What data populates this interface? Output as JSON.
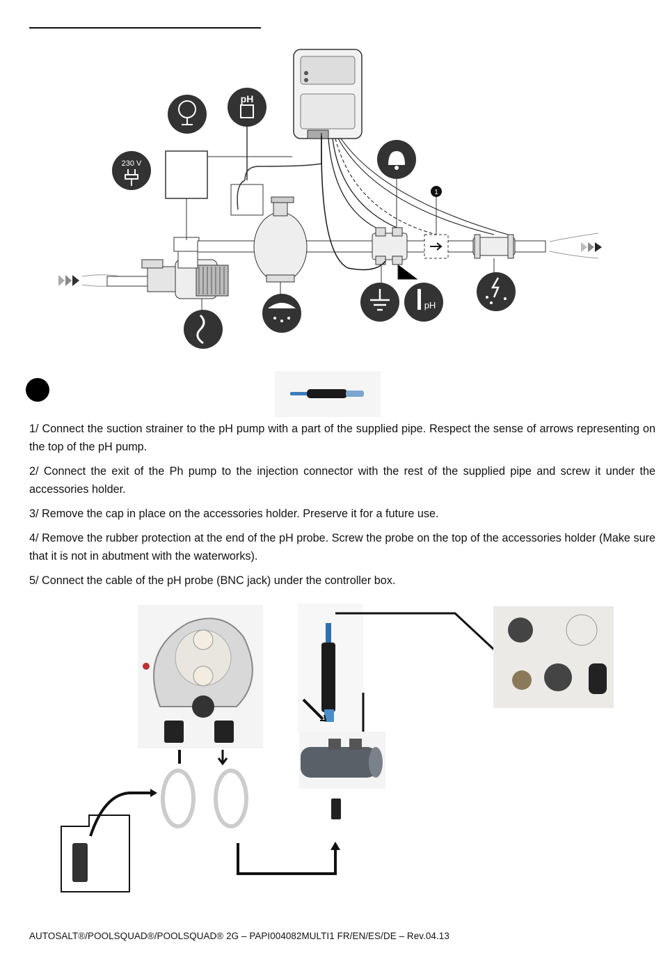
{
  "diagram": {
    "label_230v": "230 V",
    "label_ph_tank": "pH",
    "label_ph_probe": "pH",
    "label_step_number": "1"
  },
  "steps": [
    "1/ Connect the suction strainer to the pH pump with a part of the supplied pipe. Respect the sense of arrows representing on the top of the pH pump.",
    "2/ Connect the exit of the Ph pump to the injection connector with the rest of the supplied pipe and screw it under the accessories holder.",
    "3/ Remove the cap in place on the accessories holder. Preserve it for a future use.",
    "4/ Remove the rubber protection at the end of the pH probe. Screw the probe on the top of the accessories holder (Make sure that it is not in abutment with the waterworks).",
    "5/ Connect the cable of the pH probe (BNC jack) under the controller box."
  ],
  "footer": "AUTOSALT®/POOLSQUAD®/POOLSQUAD® 2G – PAPI004082MULTI1 FR/EN/ES/DE –  Rev.04.13",
  "icons": [
    "pressure-gauge-icon",
    "ph-canister-icon",
    "plug-230v-icon",
    "alarm-bell-icon",
    "pump-flow-icon",
    "filter-media-icon",
    "ground-icon",
    "ph-probe-icon",
    "electrolysis-icon"
  ]
}
